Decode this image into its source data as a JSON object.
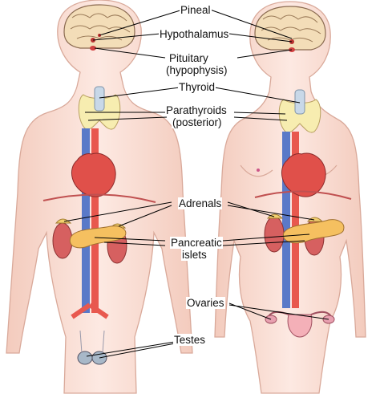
{
  "labels": {
    "pineal": "Pineal",
    "hypothalamus": "Hypothalamus",
    "pituitary": "Pituitary",
    "pituitary_sub": "(hypophysis)",
    "thyroid": "Thyroid",
    "parathyroids": "Parathyroids",
    "parathyroids_sub": "(posterior)",
    "adrenals": "Adrenals",
    "pancreatic": "Pancreatic",
    "pancreatic_sub": "islets",
    "ovaries": "Ovaries",
    "testes": "Testes"
  },
  "colors": {
    "skin": "#fbe4dc",
    "skin_edge": "#d9a99a",
    "brain": "#f3ddb8",
    "thyroid": "#f7edb0",
    "heart": "#e0504a",
    "artery": "#e8584e",
    "vein": "#5a79c8",
    "kidney": "#d66060",
    "pancreas": "#f5c060",
    "leader_line": "#000000"
  }
}
